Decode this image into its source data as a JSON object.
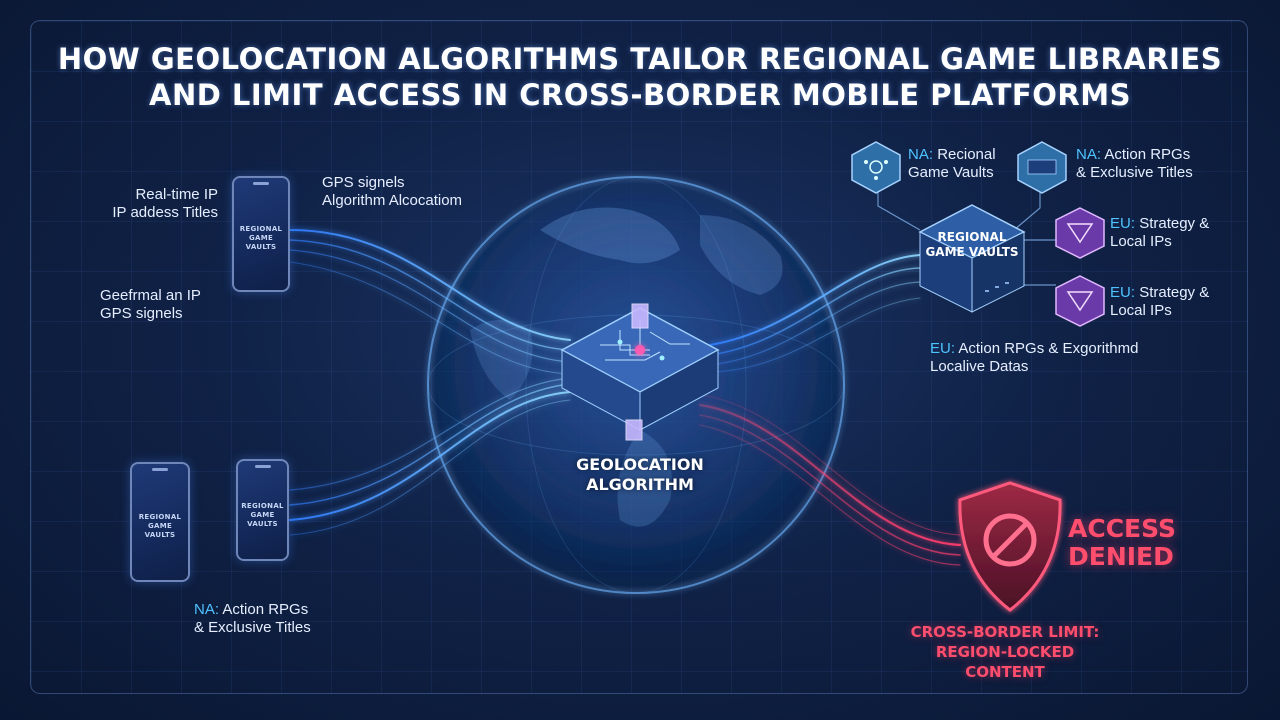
{
  "title": {
    "line1": "HOW GEOLOCATION ALGORITHMS TAILOR REGIONAL GAME LIBRARIES",
    "line2": "AND LIMIT ACCESS IN CROSS-BORDER MOBILE PLATFORMS"
  },
  "left_labels": {
    "top_a": "Real-time IP",
    "top_b": "IP addess Titles",
    "mid_a": "Geefrmal an IP",
    "mid_b": "GPS signels",
    "top_right_a": "GPS signels",
    "top_right_b": "Algorithm Alcocatiom",
    "bottom_prefix": "NA:",
    "bottom_a": "Action RPGs",
    "bottom_b": "& Exclusive Titles"
  },
  "phones": {
    "phone_top_screen": "REGIONAL GAME VAULTS",
    "phone_bl_screen": "REGIONAL GAME VAULTS",
    "phone_bm_screen": "REGIONAL GAME VAULTS"
  },
  "center": {
    "algorithm_label_1": "GEOLOCATION",
    "algorithm_label_2": "ALGORITHM"
  },
  "vaults": {
    "main_label_1": "REGIONAL",
    "main_label_2": "GAME VAULTS",
    "na_vault_prefix": "NA:",
    "na_vault_a": "Recional",
    "na_vault_b": "Game Vaults",
    "na_action_prefix": "NA:",
    "na_action_a": "Action RPGs",
    "na_action_b": "& Exclusive Titles",
    "eu1_prefix": "EU:",
    "eu1_a": "Strategy &",
    "eu1_b": "Local IPs",
    "eu2_prefix": "EU:",
    "eu2_a": "Strategy &",
    "eu2_b": "Local IPs",
    "eu_bottom_prefix": "EU:",
    "eu_bottom_a": "Action RPGs & Exgorithmd",
    "eu_bottom_b": "Localive Datas"
  },
  "denied": {
    "line1": "ACCESS",
    "line2": "DENIED",
    "limit_1": "CROSS-BORDER LIMIT:",
    "limit_2": "REGION-LOCKED CONTENT"
  },
  "colors": {
    "accent_blue": "#4fc3ff",
    "denied_red": "#ff4d6d",
    "vault_purple": "#8a4fd6",
    "vault_teal": "#2f6fa8"
  }
}
